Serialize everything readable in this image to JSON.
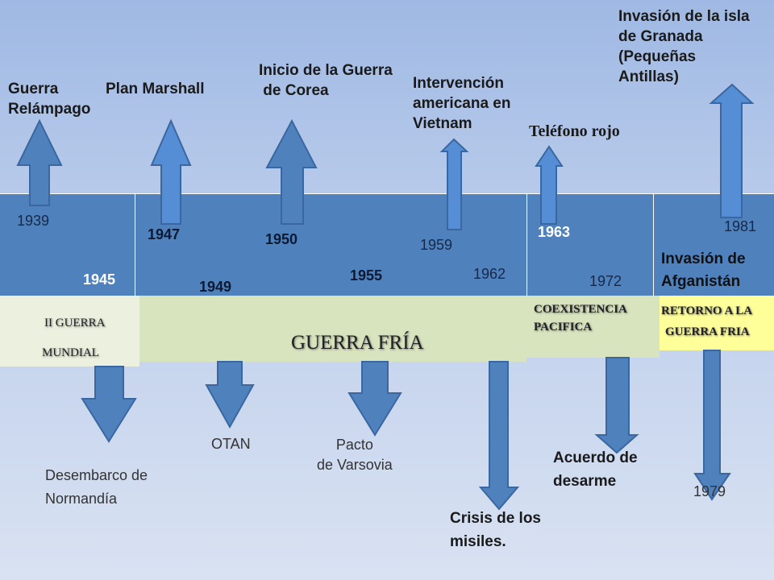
{
  "colors": {
    "band": "#4f81bd",
    "arrow": "#4f81bd",
    "arrow_light": "#558ed5",
    "ww2": "#ebf1de",
    "cold_war": "#d7e4bd",
    "return": "#ffff99"
  },
  "top_events": [
    {
      "label": "Guerra\nRelámpago",
      "year": "1939"
    },
    {
      "label": "Plan Marshall",
      "year": "1947"
    },
    {
      "label": "Inicio de la Guerra\n de Corea",
      "year": "1950"
    },
    {
      "label": "Intervención\namericana en\nVietnam",
      "year": "1959"
    },
    {
      "label": "Teléfono rojo",
      "year": "1963"
    },
    {
      "label": "Invasión de la isla\nde Granada\n(Pequeñas\nAntillas)",
      "year": "1981"
    }
  ],
  "bottom_events": [
    {
      "label": "Desembarco de\nNormandía",
      "year": "1945"
    },
    {
      "label": "OTAN",
      "year": "1949"
    },
    {
      "label": "Pacto\nde Varsovia",
      "year": "1955"
    },
    {
      "label": "Crisis de los\nmisiles.",
      "year": "1962"
    },
    {
      "label": "Acuerdo de\ndesarme",
      "year": "1972"
    },
    {
      "label": "Invasión de\nAfganistán",
      "year": "1979"
    }
  ],
  "periods": {
    "ww2_line1": "II GUERRA",
    "ww2_line2": "MUNDIAL",
    "cold_war": "GUERRA FRÍA",
    "coexistence_line1": "COEXISTENCIA",
    "coexistence_line2": "PACIFICA",
    "return_line1": "RETORNO A LA",
    "return_line2": "GUERRA FRIA"
  }
}
